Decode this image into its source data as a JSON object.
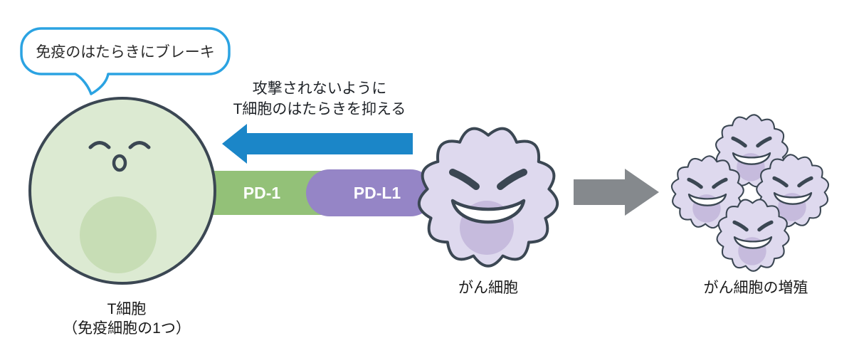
{
  "palette": {
    "outline": "#3b4753",
    "t_cell_fill": "#dcead2",
    "t_cell_nucleus": "#c7ddb5",
    "pd1_green": "#93c178",
    "pdl1_purple": "#9585c6",
    "cancer_fill": "#ded9ee",
    "cancer_nucleus": "#c6bbdd",
    "blue_arrow": "#1b86c8",
    "gray_arrow": "#85898d",
    "bubble_border": "#2ba3e2",
    "text": "#1f2328"
  },
  "speech_bubble": {
    "text": "免疫のはたらきにブレーキ"
  },
  "suppress_note": {
    "line1": "攻撃されないように",
    "line2": "T細胞のはたらきを抑える"
  },
  "receptors": {
    "pd1": "PD-1",
    "pdl1": "PD-L1"
  },
  "t_cell": {
    "label_line1": "T細胞",
    "label_line2": "（免疫細胞の1つ）"
  },
  "cancer_cell": {
    "label": "がん細胞"
  },
  "proliferation": {
    "label": "がん細胞の増殖"
  }
}
